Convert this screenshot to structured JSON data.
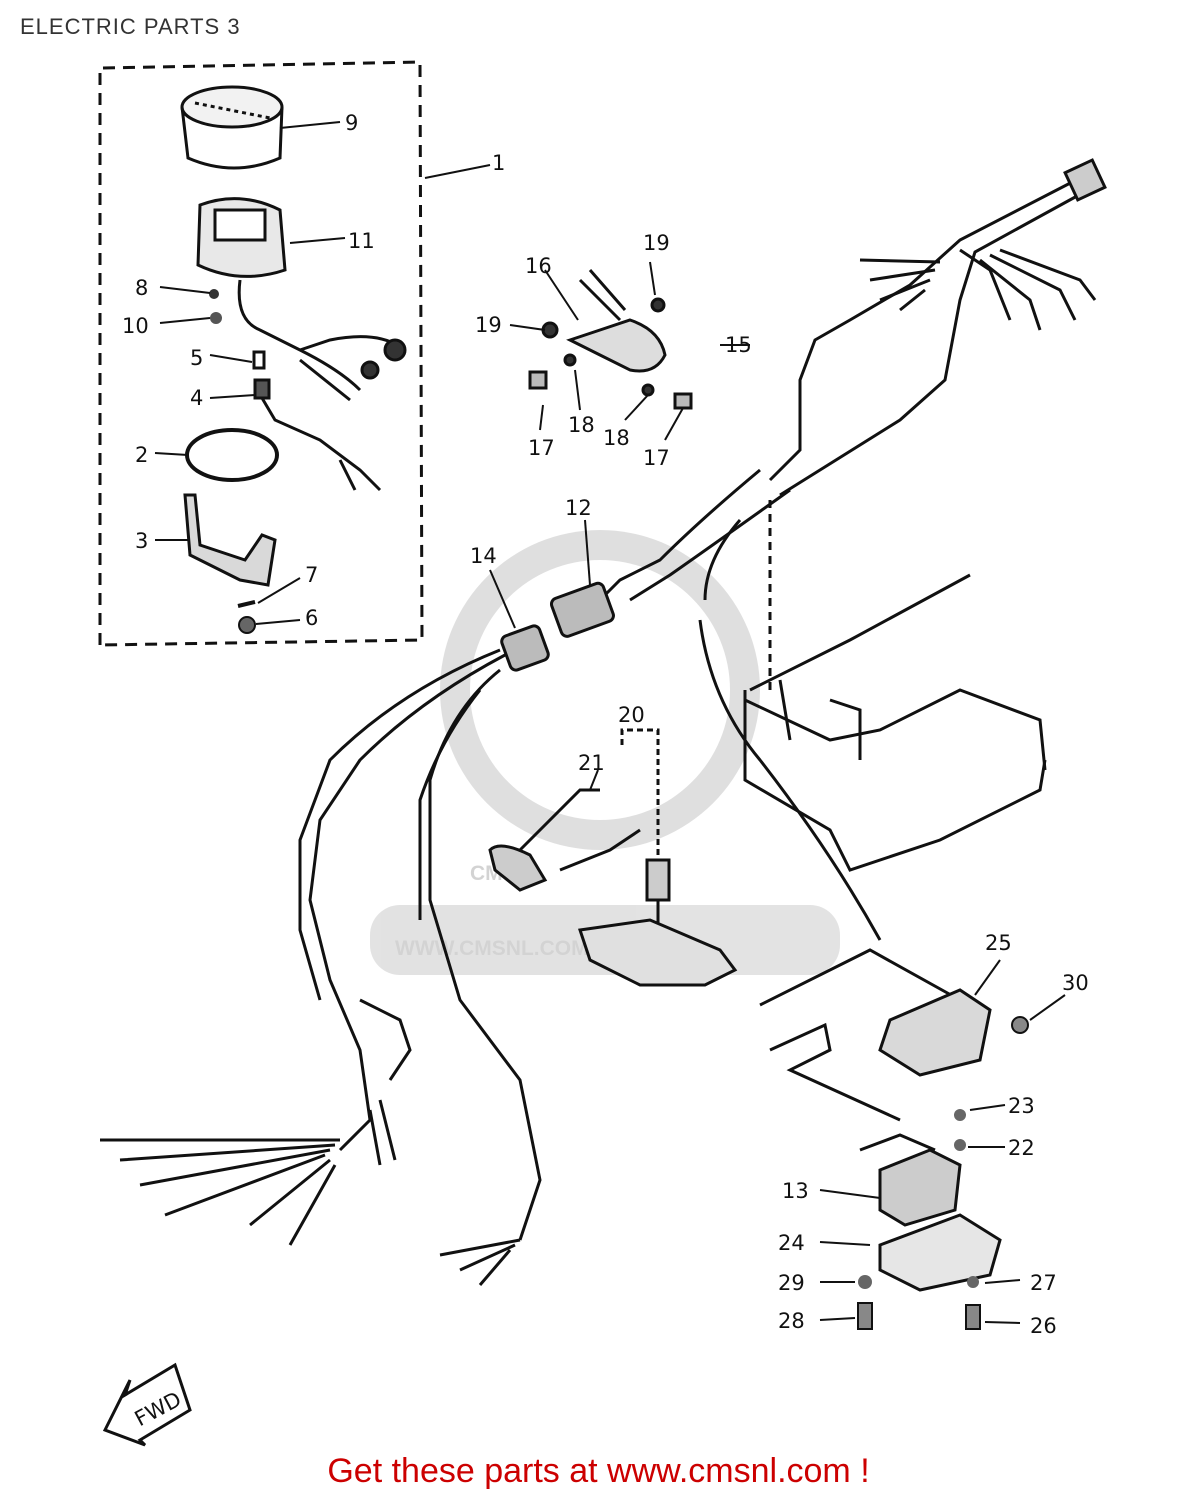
{
  "title": "ELECTRIC  PARTS 3",
  "watermark": {
    "brand": "CMS",
    "site": "WWW.CMSNL.COM"
  },
  "fwd_label": "FWD",
  "footer": {
    "text": "Get these parts at www.cmsnl.com !"
  },
  "callouts": [
    "1",
    "2",
    "3",
    "4",
    "5",
    "6",
    "7",
    "8",
    "9",
    "10",
    "11",
    "12",
    "13",
    "14",
    "15",
    "16",
    "17",
    "18",
    "19",
    "20",
    "21",
    "22",
    "23",
    "24",
    "25",
    "26",
    "27",
    "28",
    "29",
    "30"
  ],
  "callout_labels": {
    "c1": "1",
    "c2": "2",
    "c3": "3",
    "c4": "4",
    "c5": "5",
    "c6": "6",
    "c7": "7",
    "c8": "8",
    "c9": "9",
    "c10": "10",
    "c11": "11",
    "c12": "12",
    "c13": "13",
    "c14": "14",
    "c15": "15",
    "c16": "16",
    "c17": "17",
    "c18": "18",
    "c19": "19",
    "c20": "20",
    "c21": "21",
    "c22": "22",
    "c23": "23",
    "c24": "24",
    "c25": "25",
    "c26": "26",
    "c27": "27",
    "c28": "28",
    "c29": "29",
    "c30": "30"
  }
}
